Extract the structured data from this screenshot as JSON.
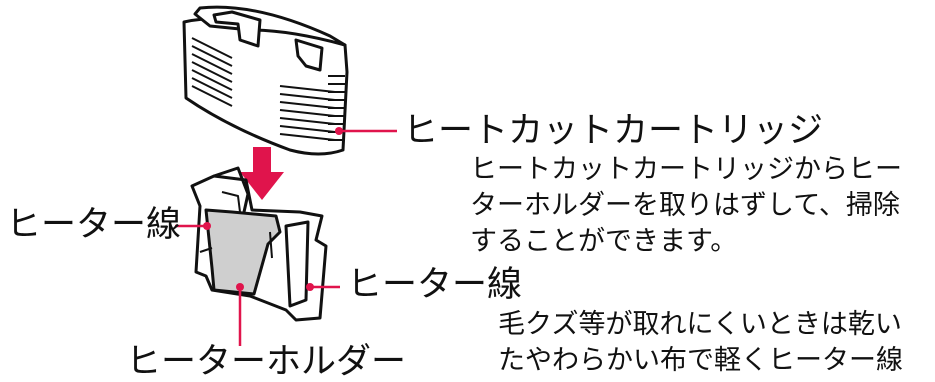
{
  "labels": {
    "cartridge": "ヒートカットカートリッジ",
    "heater_wire_left": "ヒーター線",
    "heater_wire_right": "ヒーター線",
    "heater_holder": "ヒーターホルダー"
  },
  "notes": {
    "removal": [
      "ヒートカットカートリッジからヒー",
      "ターホルダーを取りはずして、掃除",
      "することができます。"
    ],
    "cleaning": [
      "毛クズ等が取れにくいときは乾い",
      "たやわらかい布で軽くヒーター線"
    ]
  },
  "colors": {
    "pointer": "#e0144c",
    "holder_fill": "#cfcfcf",
    "outline": "#111111"
  }
}
